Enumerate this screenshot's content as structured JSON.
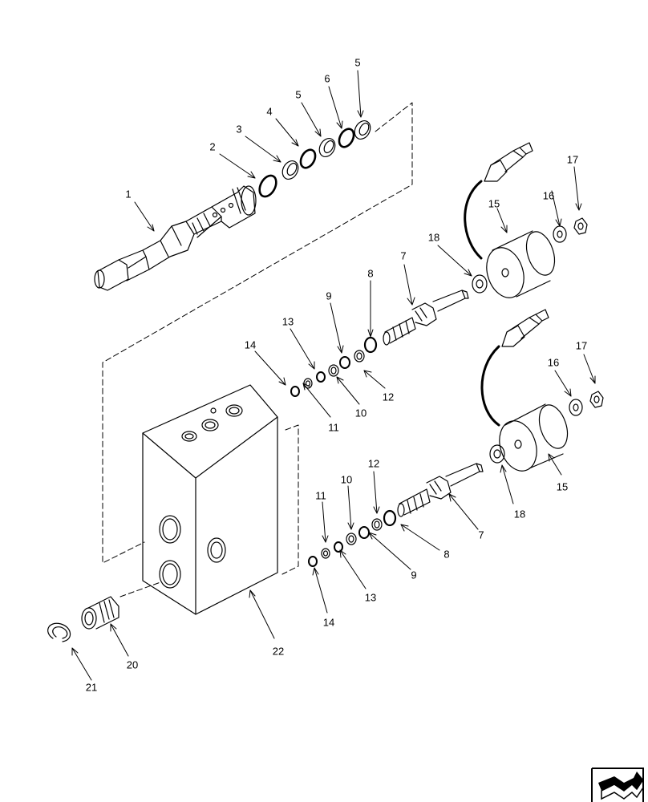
{
  "diagram": {
    "callouts": [
      {
        "id": "c1",
        "text": "1"
      },
      {
        "id": "c2",
        "text": "2"
      },
      {
        "id": "c3",
        "text": "3"
      },
      {
        "id": "c4",
        "text": "4"
      },
      {
        "id": "c5a",
        "text": "5"
      },
      {
        "id": "c6",
        "text": "6"
      },
      {
        "id": "c5b",
        "text": "5"
      },
      {
        "id": "c15a",
        "text": "15"
      },
      {
        "id": "c16a",
        "text": "16"
      },
      {
        "id": "c17a",
        "text": "17"
      },
      {
        "id": "c18a",
        "text": "18"
      },
      {
        "id": "c7a",
        "text": "7"
      },
      {
        "id": "c8a",
        "text": "8"
      },
      {
        "id": "c9a",
        "text": "9"
      },
      {
        "id": "c13a",
        "text": "13"
      },
      {
        "id": "c14a",
        "text": "14"
      },
      {
        "id": "c11a",
        "text": "11"
      },
      {
        "id": "c10a",
        "text": "10"
      },
      {
        "id": "c12a",
        "text": "12"
      },
      {
        "id": "c16b",
        "text": "16"
      },
      {
        "id": "c17b",
        "text": "17"
      },
      {
        "id": "c15b",
        "text": "15"
      },
      {
        "id": "c18b",
        "text": "18"
      },
      {
        "id": "c7b",
        "text": "7"
      },
      {
        "id": "c8b",
        "text": "8"
      },
      {
        "id": "c12b",
        "text": "12"
      },
      {
        "id": "c10b",
        "text": "10"
      },
      {
        "id": "c11b",
        "text": "11"
      },
      {
        "id": "c9b",
        "text": "9"
      },
      {
        "id": "c13b",
        "text": "13"
      },
      {
        "id": "c14b",
        "text": "14"
      },
      {
        "id": "c22",
        "text": "22"
      },
      {
        "id": "c20",
        "text": "20"
      },
      {
        "id": "c21",
        "text": "21"
      }
    ]
  },
  "nav": {
    "icon": "next-page-arrow-icon"
  }
}
